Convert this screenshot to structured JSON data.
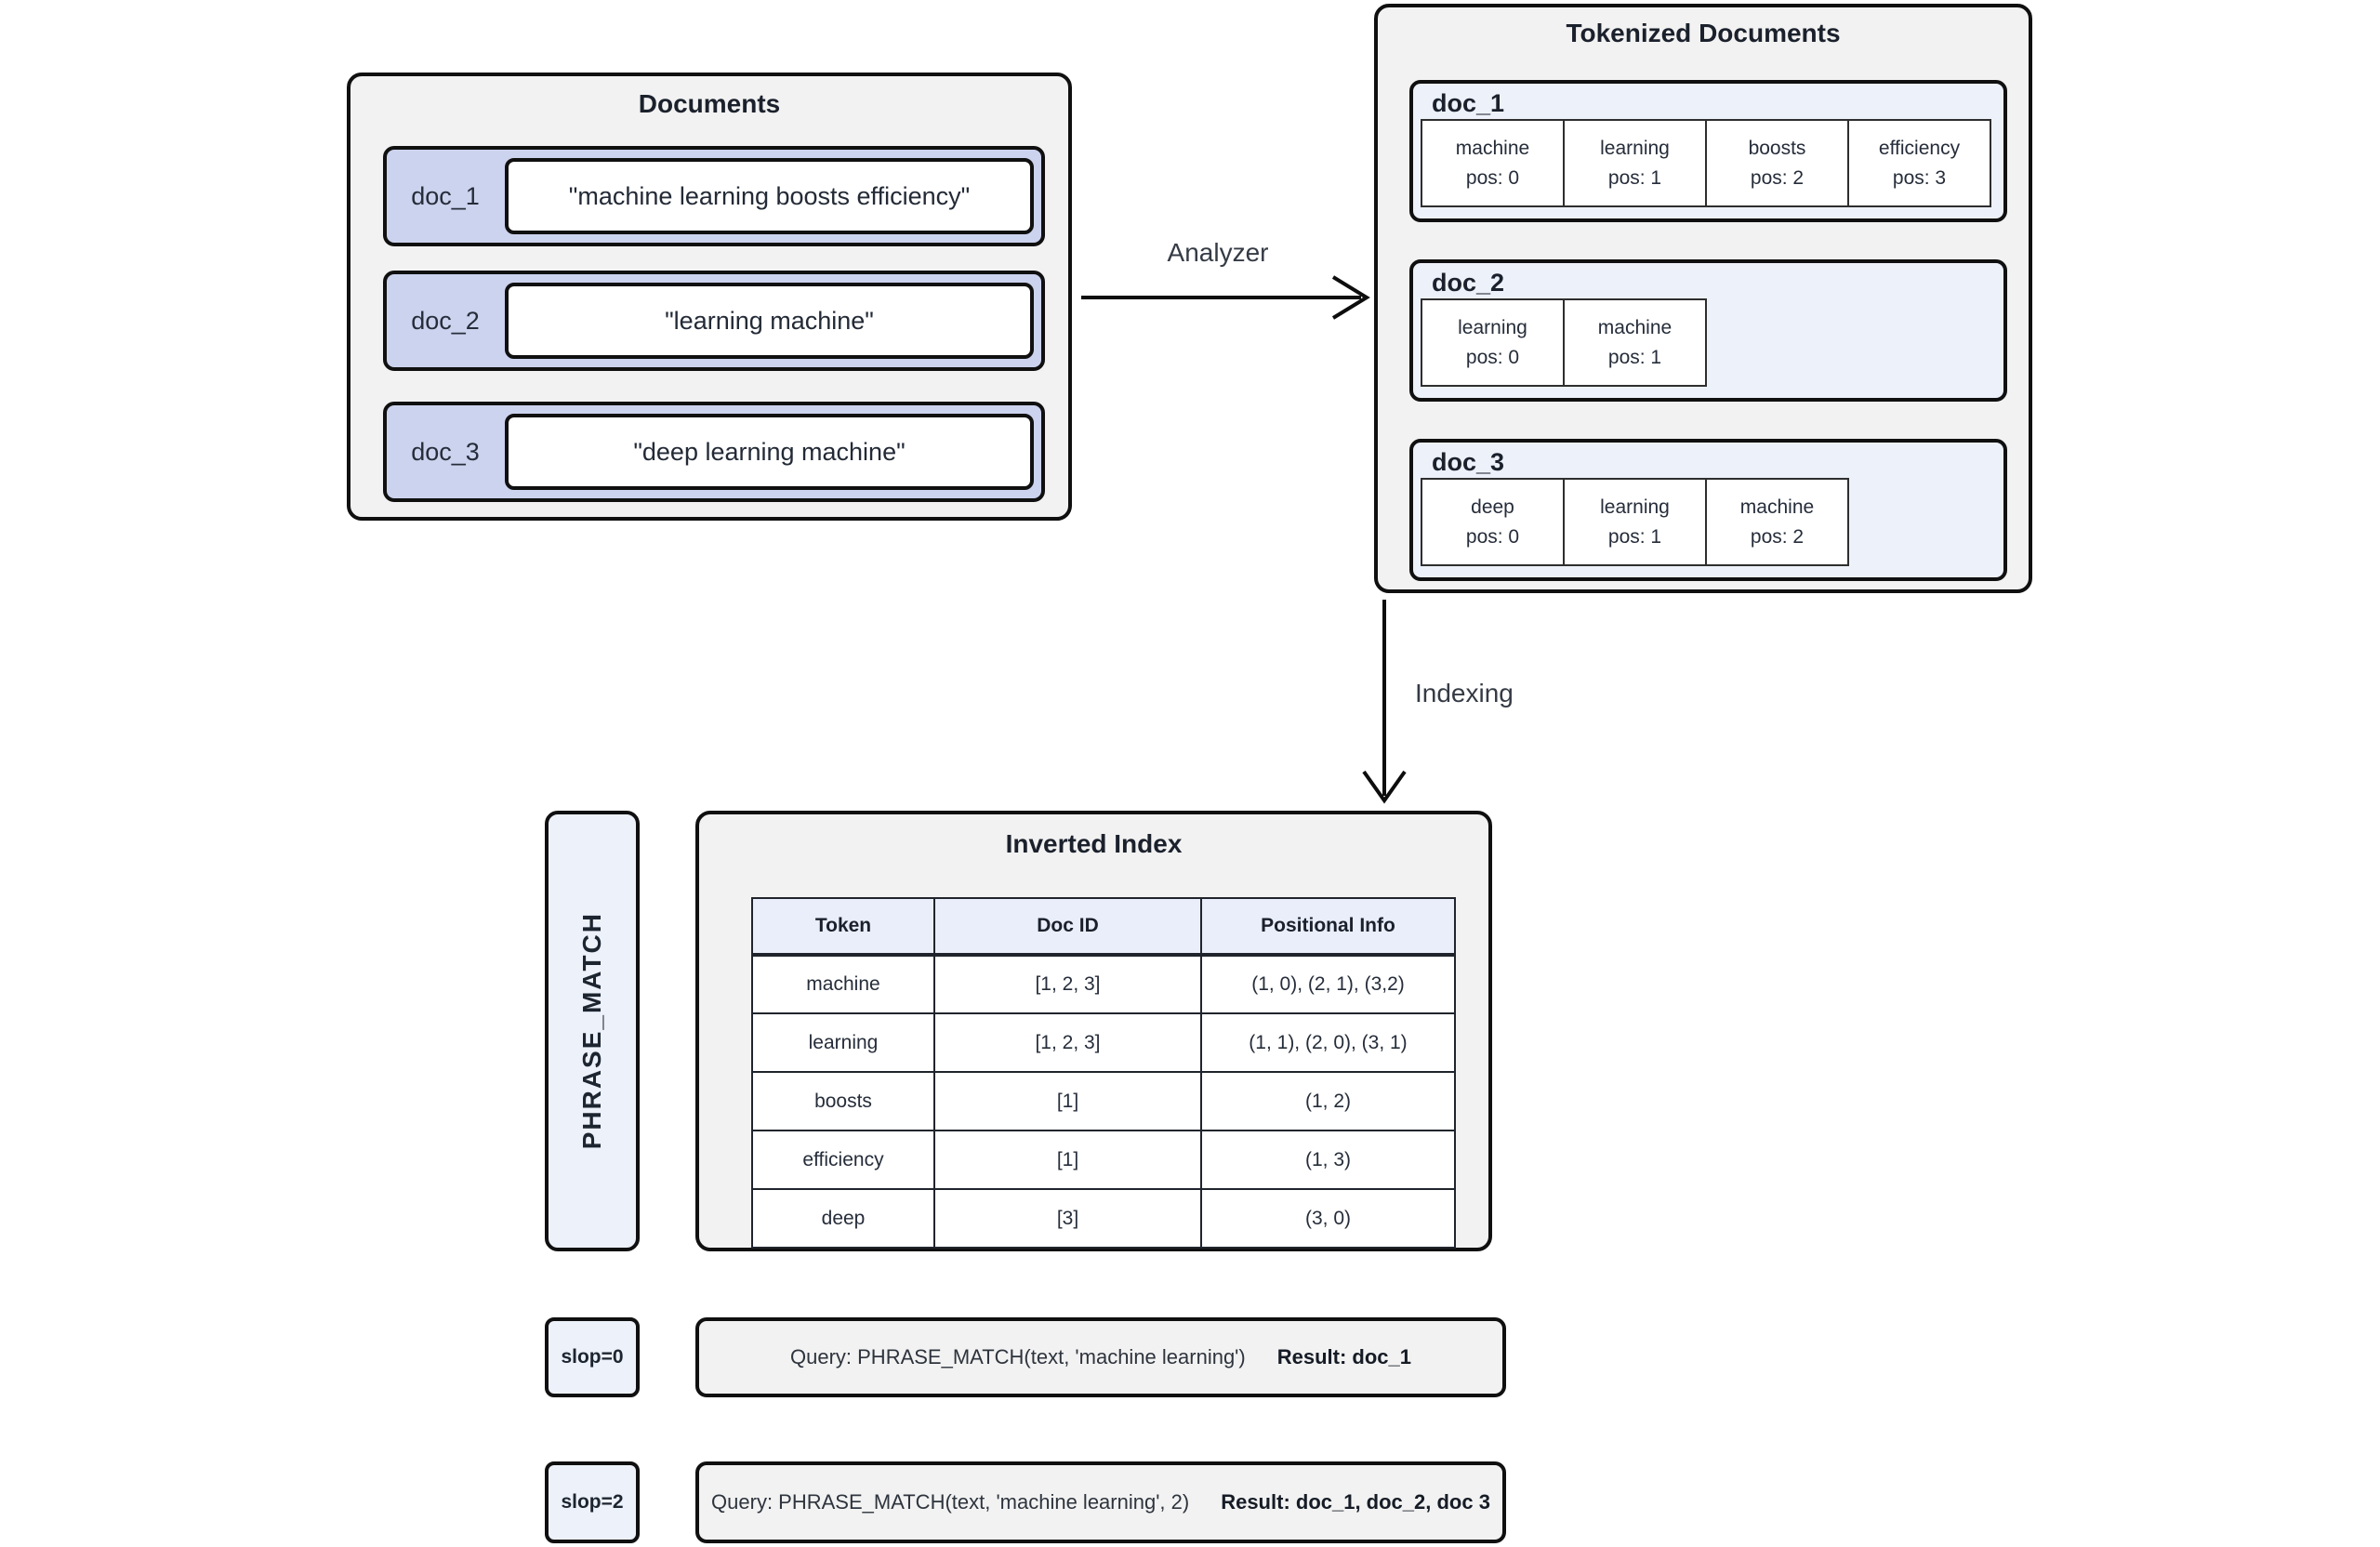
{
  "colors": {
    "panel_bg": "#f2f2f2",
    "doc_row_bg": "#ccd3ee",
    "subbox_bg": "#edf1fa",
    "table_header_bg": "#e9eefa",
    "border": "#101010",
    "text": "#232a36"
  },
  "documents_panel": {
    "title": "Documents",
    "rows": [
      {
        "id": "doc_1",
        "text": "\"machine learning boosts efficiency\""
      },
      {
        "id": "doc_2",
        "text": "\"learning machine\""
      },
      {
        "id": "doc_3",
        "text": "\"deep learning machine\""
      }
    ]
  },
  "labels": {
    "analyzer": "Analyzer",
    "indexing": "Indexing"
  },
  "tokenized_panel": {
    "title": "Tokenized Documents",
    "docs": [
      {
        "id": "doc_1",
        "tokens": [
          {
            "term": "machine",
            "pos": "pos: 0"
          },
          {
            "term": "learning",
            "pos": "pos: 1"
          },
          {
            "term": "boosts",
            "pos": "pos: 2"
          },
          {
            "term": "efficiency",
            "pos": "pos: 3"
          }
        ]
      },
      {
        "id": "doc_2",
        "tokens": [
          {
            "term": "learning",
            "pos": "pos: 0"
          },
          {
            "term": "machine",
            "pos": "pos: 1"
          }
        ]
      },
      {
        "id": "doc_3",
        "tokens": [
          {
            "term": "deep",
            "pos": "pos: 0"
          },
          {
            "term": "learning",
            "pos": "pos: 1"
          },
          {
            "term": "machine",
            "pos": "pos: 2"
          }
        ]
      }
    ]
  },
  "phrase_match_label": "PHRASE_MATCH",
  "inverted_index": {
    "title": "Inverted Index",
    "columns": [
      "Token",
      "Doc ID",
      "Positional Info"
    ],
    "rows": [
      [
        "machine",
        "[1, 2, 3]",
        "(1, 0), (2, 1), (3,2)"
      ],
      [
        "learning",
        "[1, 2, 3]",
        "(1, 1), (2, 0), (3, 1)"
      ],
      [
        "boosts",
        "[1]",
        "(1, 2)"
      ],
      [
        "efficiency",
        "[1]",
        "(1, 3)"
      ],
      [
        "deep",
        "[3]",
        "(3, 0)"
      ]
    ]
  },
  "queries": [
    {
      "slop": "slop=0",
      "query": "Query: PHRASE_MATCH(text, 'machine learning')",
      "result": "Result: doc_1"
    },
    {
      "slop": "slop=2",
      "query": "Query: PHRASE_MATCH(text, 'machine learning', 2)",
      "result": "Result: doc_1, doc_2, doc 3"
    }
  ]
}
